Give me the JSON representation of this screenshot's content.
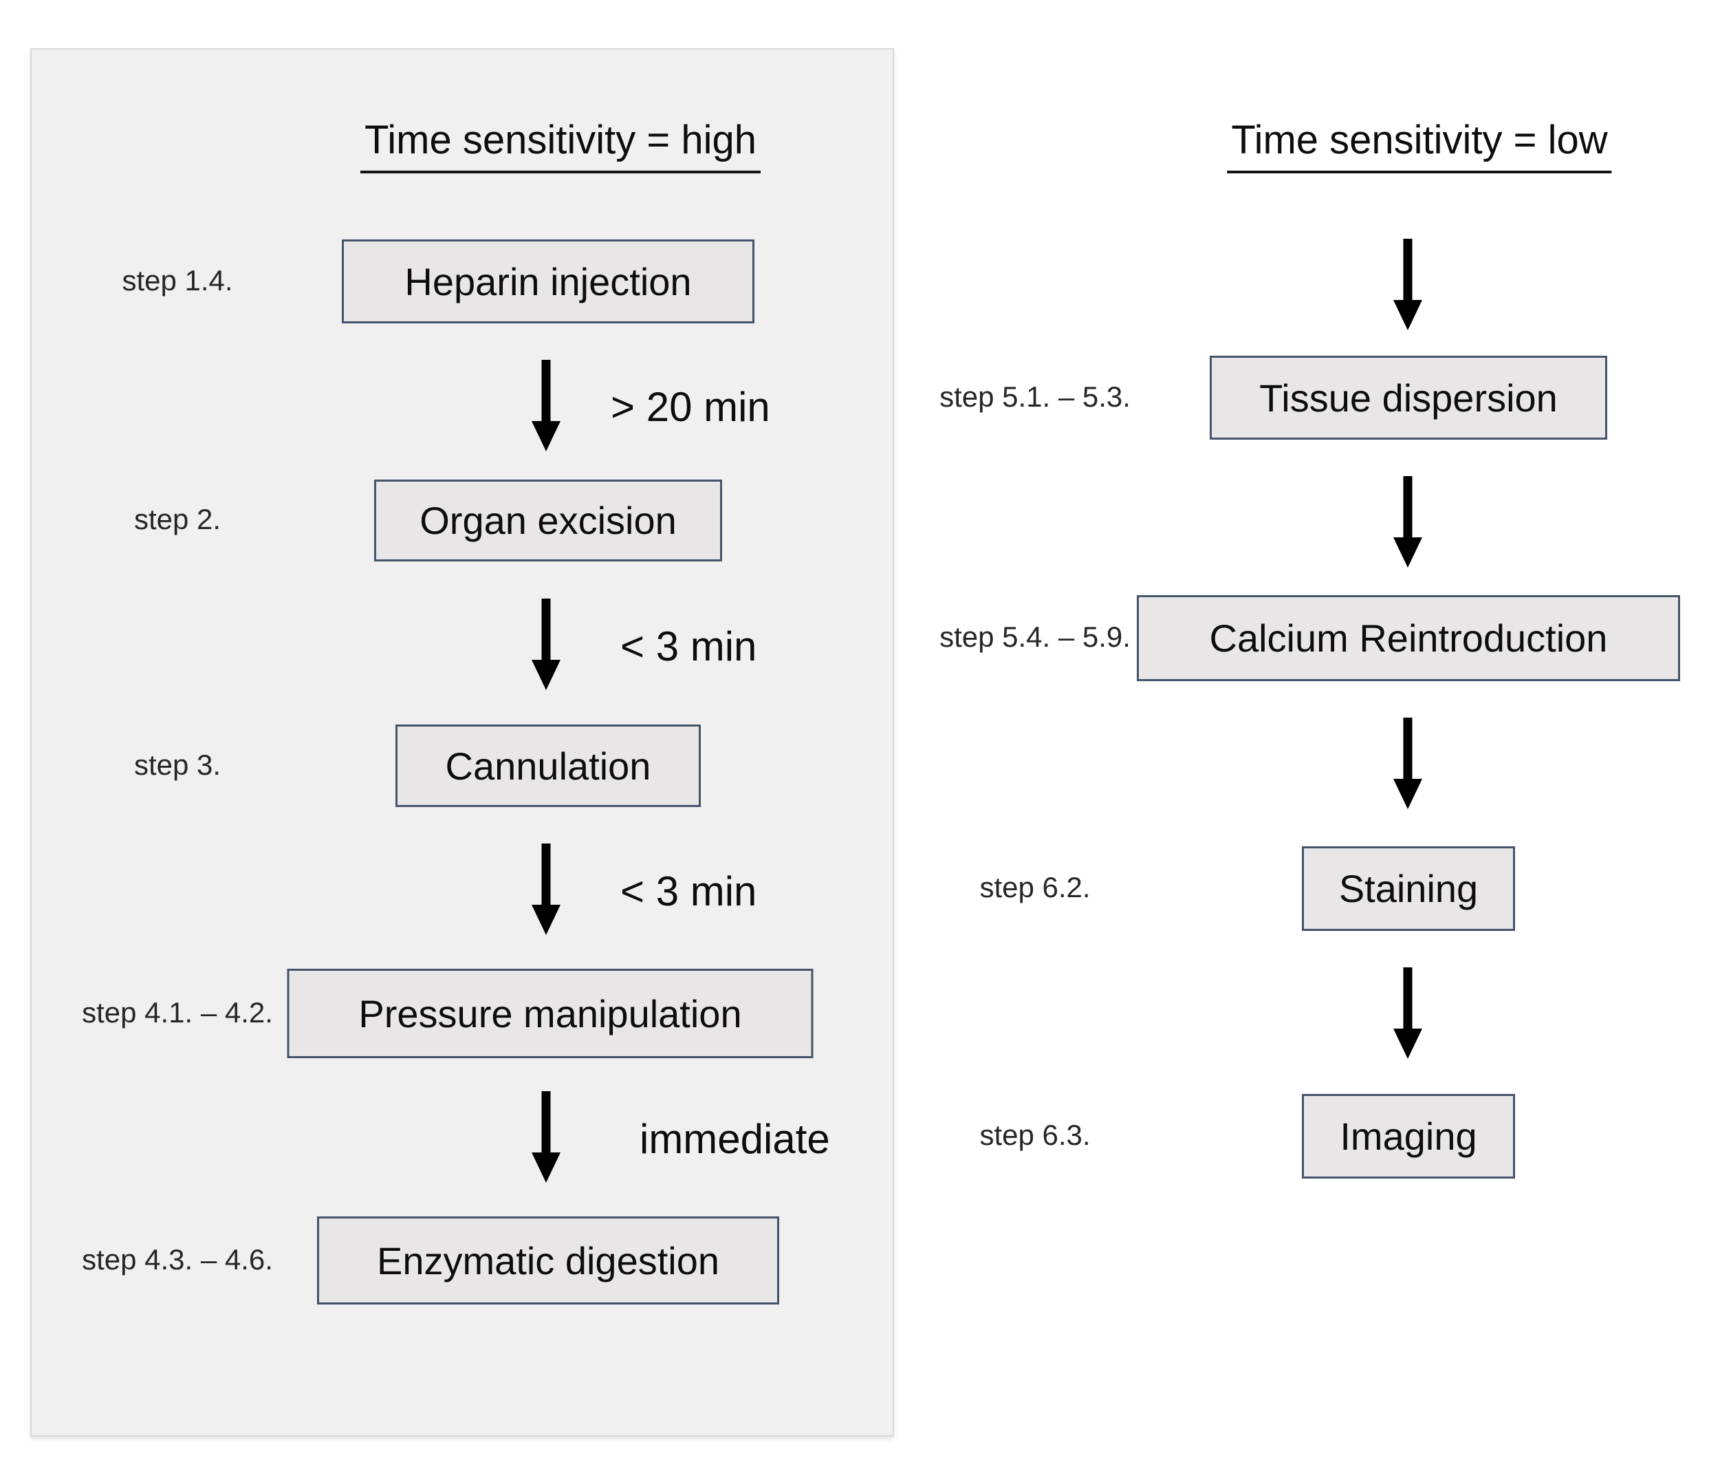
{
  "columns": {
    "high": {
      "title": "Time sensitivity = high",
      "steps": [
        {
          "label": "step 1.4.",
          "box": "Heparin injection"
        },
        {
          "label": "step 2.",
          "box": "Organ excision"
        },
        {
          "label": "step 3.",
          "box": "Cannulation"
        },
        {
          "label": "step 4.1. – 4.2.",
          "box": "Pressure manipulation"
        },
        {
          "label": "step 4.3. – 4.6.",
          "box": "Enzymatic digestion"
        }
      ],
      "arrow_labels": [
        "> 20 min",
        "< 3 min",
        "< 3 min",
        "immediate"
      ]
    },
    "low": {
      "title": "Time sensitivity = low",
      "steps": [
        {
          "label": "step 5.1. – 5.3.",
          "box": "Tissue dispersion"
        },
        {
          "label": "step 5.4. – 5.9.",
          "box": "Calcium Reintroduction"
        },
        {
          "label": "step 6.2.",
          "box": "Staining"
        },
        {
          "label": "step 6.3.",
          "box": "Imaging"
        }
      ]
    }
  },
  "colors": {
    "page_bg": "#ffffff",
    "panel_bg": "#f1f0f0",
    "panel_border": "#d9d9d9",
    "box_fill": "#e8e6e7",
    "box_border": "#44546a",
    "arrow": "#000000",
    "text": "#0d0d0d"
  }
}
